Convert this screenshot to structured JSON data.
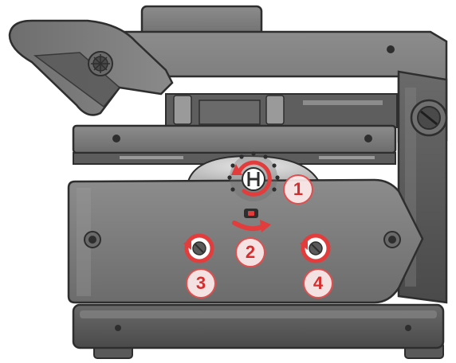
{
  "steps": [
    {
      "id": "1",
      "label": "1",
      "target": "blade-height-screw"
    },
    {
      "id": "2",
      "label": "2",
      "target": "blade-rotation-lever"
    },
    {
      "id": "3",
      "label": "3",
      "target": "left-fixing-screw"
    },
    {
      "id": "4",
      "label": "4",
      "target": "right-fixing-screw"
    }
  ],
  "colors": {
    "body": "#7b7b7b",
    "body_dark": "#555555",
    "body_light": "#9a9a9a",
    "outline": "#2e2e2e",
    "highlight": "#e23c3c"
  },
  "icons": [
    "hex-screw-icon",
    "rotate-arrow-icon",
    "ratchet-knob-icon"
  ]
}
